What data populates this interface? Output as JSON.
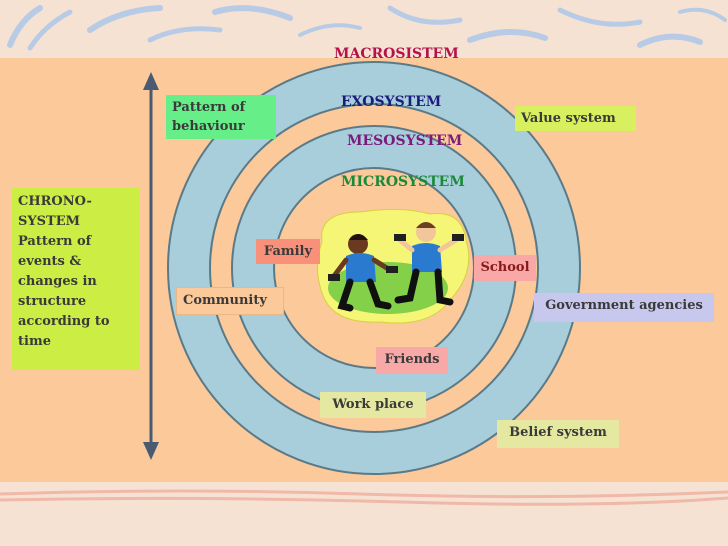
{
  "colors": {
    "background": "#fbc99a",
    "top_band": "#f6e2d3",
    "ring_fill": "#a9cedb",
    "ring_stroke": "#5a7a88",
    "inner_fill": "#fbc99a",
    "macro": "#b5124a",
    "exo": "#1c1c7c",
    "meso": "#7a1a7a",
    "micro": "#1a8a3a",
    "box_green": "#66ee88",
    "box_yellow": "#d8f060",
    "box_salmon": "#f8907a",
    "box_pink": "#f9a8a8",
    "box_lavender": "#c8c8ee",
    "box_beige": "#e4e8a0",
    "box_lime": "#ccee44",
    "arrow": "#4a5a70"
  },
  "systems": {
    "macro": "MACROSISTEM",
    "exo": "EXOSYSTEM",
    "meso": "MESOSYSTEM",
    "micro": "MICROSYSTEM"
  },
  "boxes": {
    "pattern_of_behaviour": "Pattern of behaviour",
    "value_system": "Value system",
    "chrono": "CHRONO-SYSTEM Pattern of events & changes in structure according to time",
    "family": "Family",
    "school": "School",
    "community": "Community",
    "government_agencies": "Government agencies",
    "friends": "Friends",
    "work_place": "Work place",
    "belief_system": "Belief  system"
  },
  "illustration": "two-people-exercising-clipart"
}
